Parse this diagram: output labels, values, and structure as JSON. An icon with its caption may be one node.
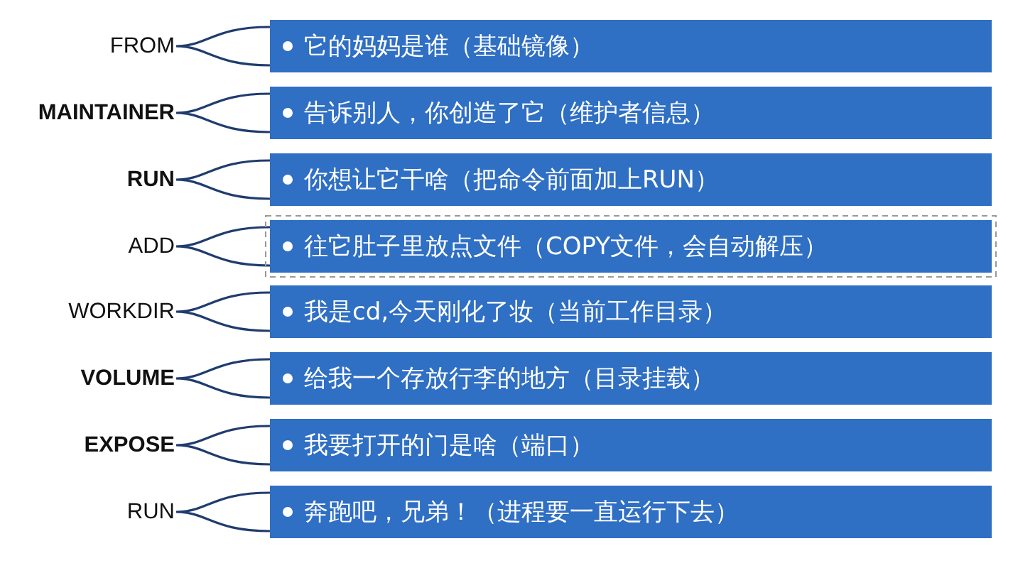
{
  "diagram": {
    "nodes": [
      {
        "text": [
          "FROM"
        ]
      },
      {
        "text": [
          "它的妈妈是谁（基础镜像）"
        ]
      },
      {
        "text": [
          "MAINTAINER"
        ]
      },
      {
        "text": [
          "告诉别人，你创造了它（维护者信息）"
        ]
      },
      {
        "text": [
          "RUN"
        ]
      },
      {
        "text": [
          "你想让它干啥（把命令前面加上RUN）"
        ]
      },
      {
        "text": [
          "ADD"
        ]
      },
      {
        "text": [
          "往它肚子里放点文件（COPY文件，会自动解压）"
        ]
      },
      {
        "text": [
          "WORKDIR"
        ]
      },
      {
        "text": [
          "我是cd,今天刚化了妆（当前工作目录）"
        ]
      },
      {
        "text": [
          "VOLUME"
        ]
      },
      {
        "text": [
          "给我一个存放行李的地方（目录挂载）"
        ]
      },
      {
        "text": [
          "EXPOSE"
        ]
      },
      {
        "text": [
          "我要打开的门是啥（端口）"
        ]
      },
      {
        "text": [
          "RUN"
        ]
      },
      {
        "text": [
          "奔跑吧，兄弟！（进程要一直运行下去）"
        ]
      }
    ],
    "edges": [
      {
        "from": 0,
        "to": 1,
        "arrow": "none"
      },
      {
        "from": 2,
        "to": 3,
        "arrow": "none"
      },
      {
        "from": 4,
        "to": 5,
        "arrow": "none"
      },
      {
        "from": 6,
        "to": 7,
        "arrow": "none"
      },
      {
        "from": 8,
        "to": 9,
        "arrow": "none"
      },
      {
        "from": 10,
        "to": 11,
        "arrow": "none"
      },
      {
        "from": 12,
        "to": 13,
        "arrow": "none"
      },
      {
        "from": 14,
        "to": 15,
        "arrow": "none"
      }
    ]
  }
}
